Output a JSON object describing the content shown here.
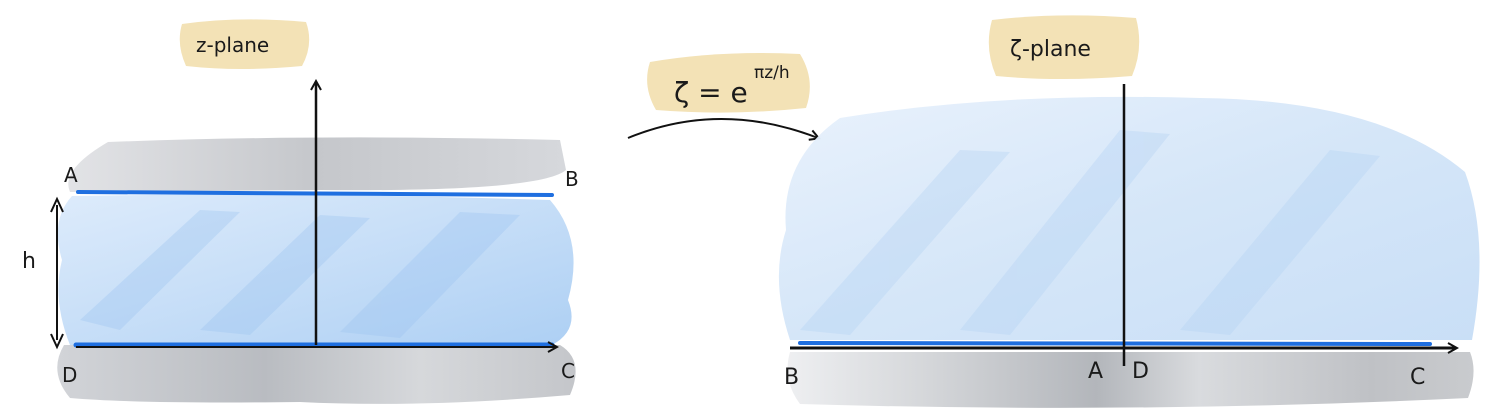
{
  "left_panel": {
    "plane_label": "z-plane",
    "corner_labels": {
      "top_left": "A",
      "top_right": "B",
      "bottom_left": "D",
      "bottom_right": "C"
    },
    "height_label": "h"
  },
  "mapping": {
    "formula_lhs": "ζ = e",
    "formula_exponent": "πz/h"
  },
  "right_panel": {
    "plane_label": "ζ-plane",
    "axis_labels": {
      "left": "B",
      "origin_left": "A",
      "origin_right": "D",
      "right": "C"
    }
  },
  "colors": {
    "label_highlight": "#f3e2b6",
    "region_fill": "#bcd9f7",
    "boundary_line": "#1f6fe0",
    "gray_band": "#c9cbcf",
    "ink": "#111111"
  }
}
